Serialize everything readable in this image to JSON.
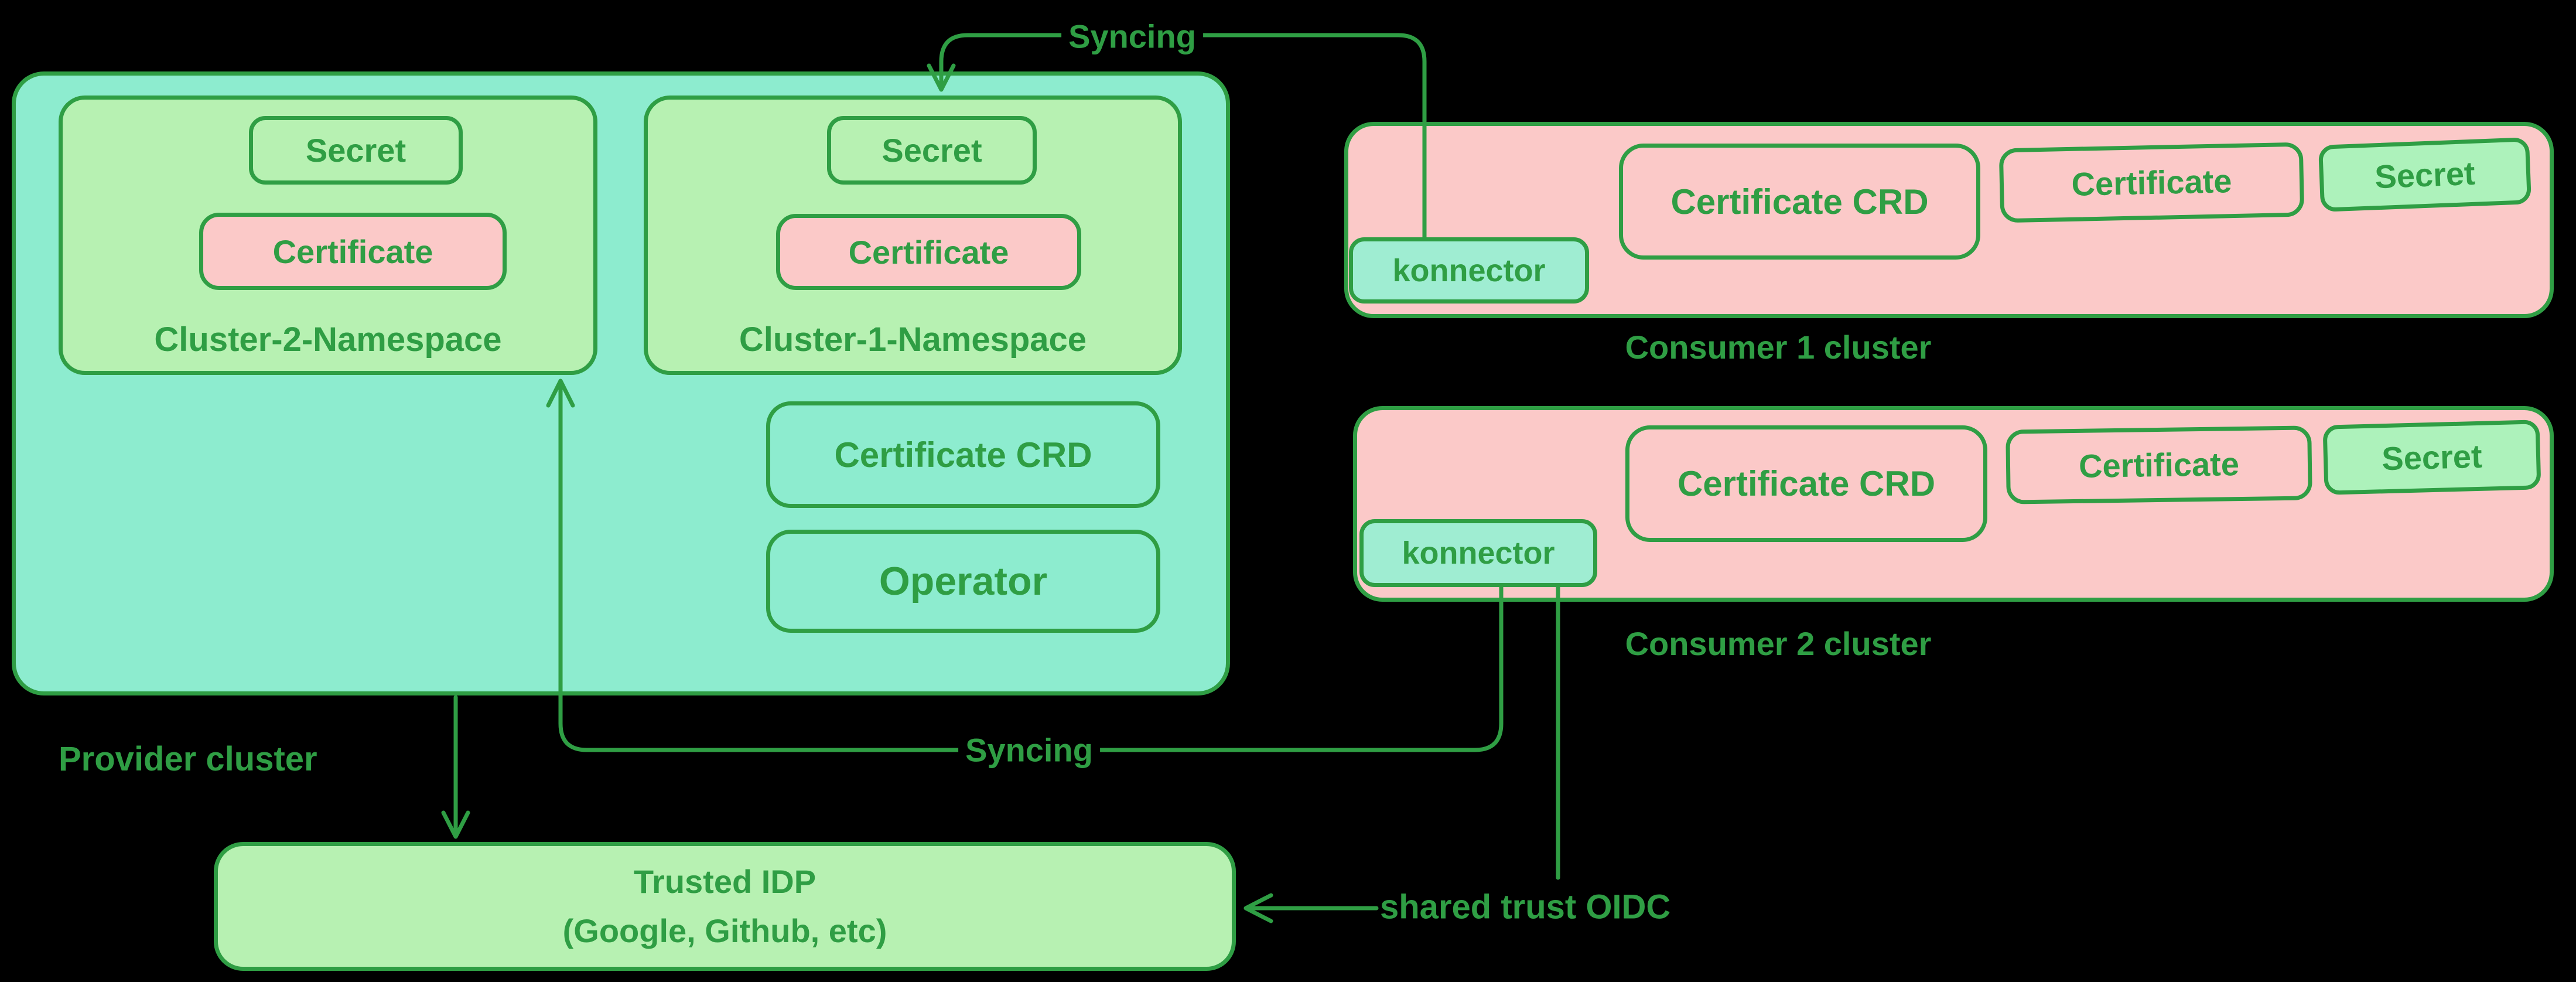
{
  "colors": {
    "background": "#000000",
    "stroke": "#2f9e44",
    "text": "#2f9e44",
    "teal_fill": "#8deccf",
    "teal_fill_light": "#9fedd2",
    "green_fill": "#b7f1b2",
    "green_fill_light": "#adf2bb",
    "pink_fill": "#fbc9c8"
  },
  "provider": {
    "label": "Provider cluster",
    "namespaces": [
      {
        "name": "Cluster-2-Namespace",
        "secret_label": "Secret",
        "certificate_label": "Certificate"
      },
      {
        "name": "Cluster-1-Namespace",
        "secret_label": "Secret",
        "certificate_label": "Certificate"
      }
    ],
    "certificate_crd_label": "Certificate CRD",
    "operator_label": "Operator"
  },
  "consumers": [
    {
      "label": "Consumer 1 cluster",
      "konnector_label": "konnector",
      "certificate_crd_label": "Certificate CRD",
      "certificate_label": "Certificate",
      "secret_label": "Secret"
    },
    {
      "label": "Consumer 2 cluster",
      "konnector_label": "konnector",
      "certificate_crd_label": "Certificate CRD",
      "certificate_label": "Certificate",
      "secret_label": "Secret"
    }
  ],
  "trusted_idp": {
    "line1": "Trusted IDP",
    "line2": "(Google, Github, etc)"
  },
  "arrows": {
    "syncing_top_label": "Syncing",
    "syncing_bottom_label": "Syncing",
    "shared_trust_label": "shared trust OIDC"
  }
}
